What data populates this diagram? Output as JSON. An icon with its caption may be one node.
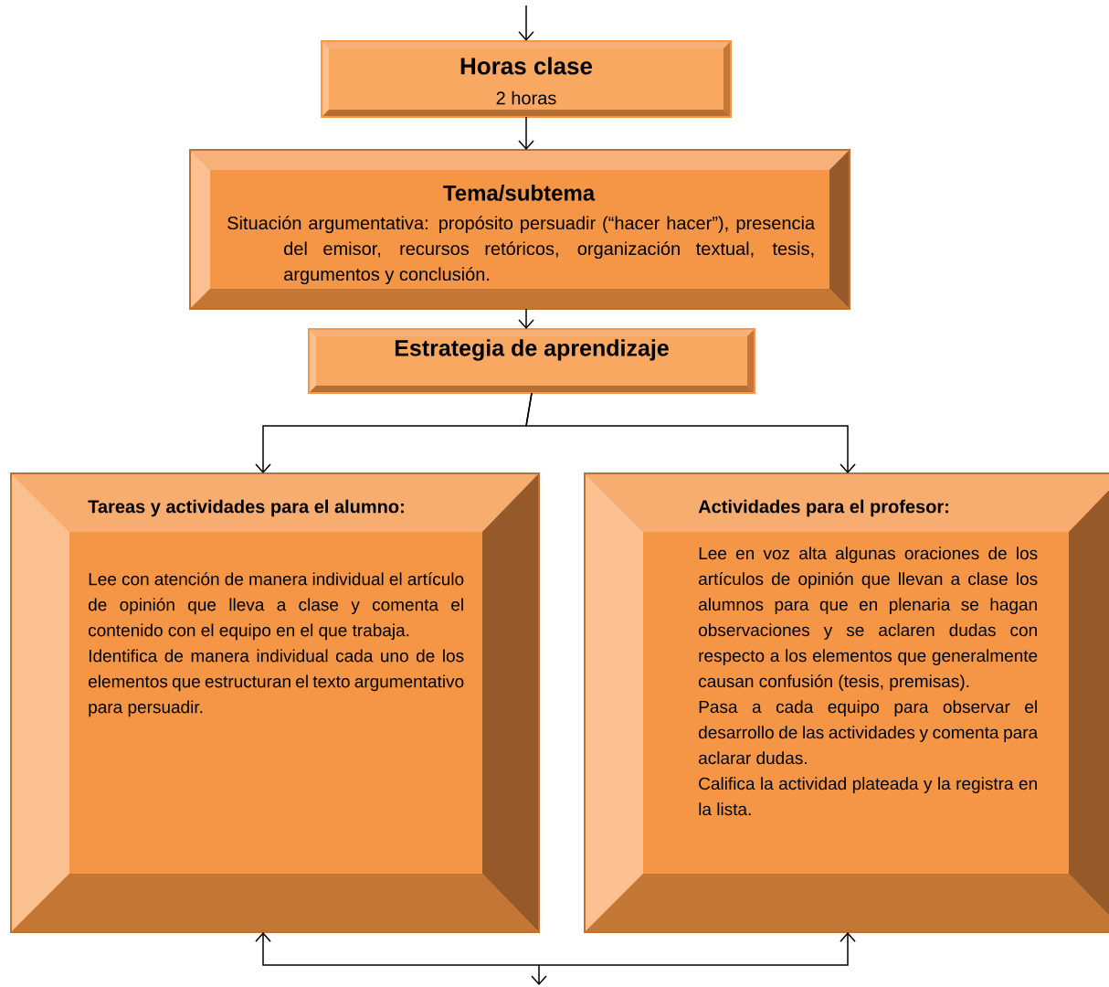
{
  "diagram": {
    "nodes": [
      {
        "text": [
          "Horas clase",
          "2 horas"
        ]
      },
      {
        "text": [
          "Tema/subtema",
          "Situación argumentativa:   propósito persuadir (“hacer hacer”), presencia del emisor, recursos retóricos, organización textual, tesis, argumentos y conclusión."
        ]
      },
      {
        "text": [
          "Estrategia de aprendizaje"
        ]
      },
      {
        "text": [
          "Tareas y actividades para el alumno:",
          "Lee con atención de manera individual el artículo de opinión que lleva a clase y comenta el contenido con el equipo en el que trabaja.",
          "Identifica de manera individual cada uno de los elementos que estructuran el texto argumentativo para persuadir."
        ]
      },
      {
        "text": [
          "Actividades para el profesor:",
          "Lee en voz alta algunas oraciones de los artículos de opinión que llevan a clase los alumnos para que en plenaria se hagan observaciones y se aclaren dudas con respecto a los elementos que generalmente causan confusión (tesis, premisas).",
          "Pasa a cada equipo para observar el desarrollo de las actividades y comenta para aclarar dudas.",
          "Califica la actividad plateada y la registra en la lista."
        ]
      }
    ],
    "edges": [
      {
        "from": null,
        "to": 0,
        "arrow": "to"
      },
      {
        "from": 0,
        "to": 1,
        "arrow": "to"
      },
      {
        "from": 1,
        "to": 2,
        "arrow": "to"
      },
      {
        "from": 2,
        "to": 3,
        "arrow": "to"
      },
      {
        "from": 2,
        "to": 4,
        "arrow": "to"
      },
      {
        "from": 3,
        "to": 4,
        "arrow": "both"
      }
    ]
  }
}
